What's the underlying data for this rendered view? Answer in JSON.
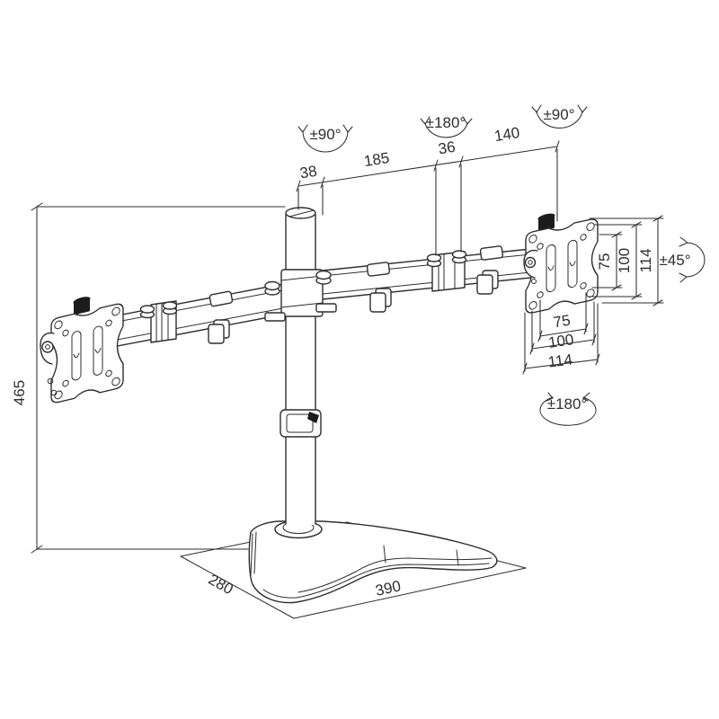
{
  "colors": {
    "line": "#2e2e2e",
    "background": "#ffffff",
    "knob": "#1c1c1c"
  },
  "drawing": {
    "kind": "technical-dimension-drawing",
    "subject": "dual-monitor-desk-stand",
    "labels": {
      "rot_pole": "±90°",
      "rot_joint_top": "±180°",
      "rot_vesa_swivel": "±90°",
      "rot_vesa_tilt": "±45°",
      "rot_vesa_rotate": "±180°",
      "dim_pole_offset": "38",
      "dim_arm_left": "185",
      "dim_joint_width": "36",
      "dim_arm_right": "140",
      "dim_height": "465",
      "dim_vesa_v75": "75",
      "dim_vesa_v100": "100",
      "dim_vesa_v114": "114",
      "dim_vesa_h75": "75",
      "dim_vesa_h100": "100",
      "dim_vesa_h114": "114",
      "dim_base_depth": "280",
      "dim_base_width": "390"
    }
  }
}
